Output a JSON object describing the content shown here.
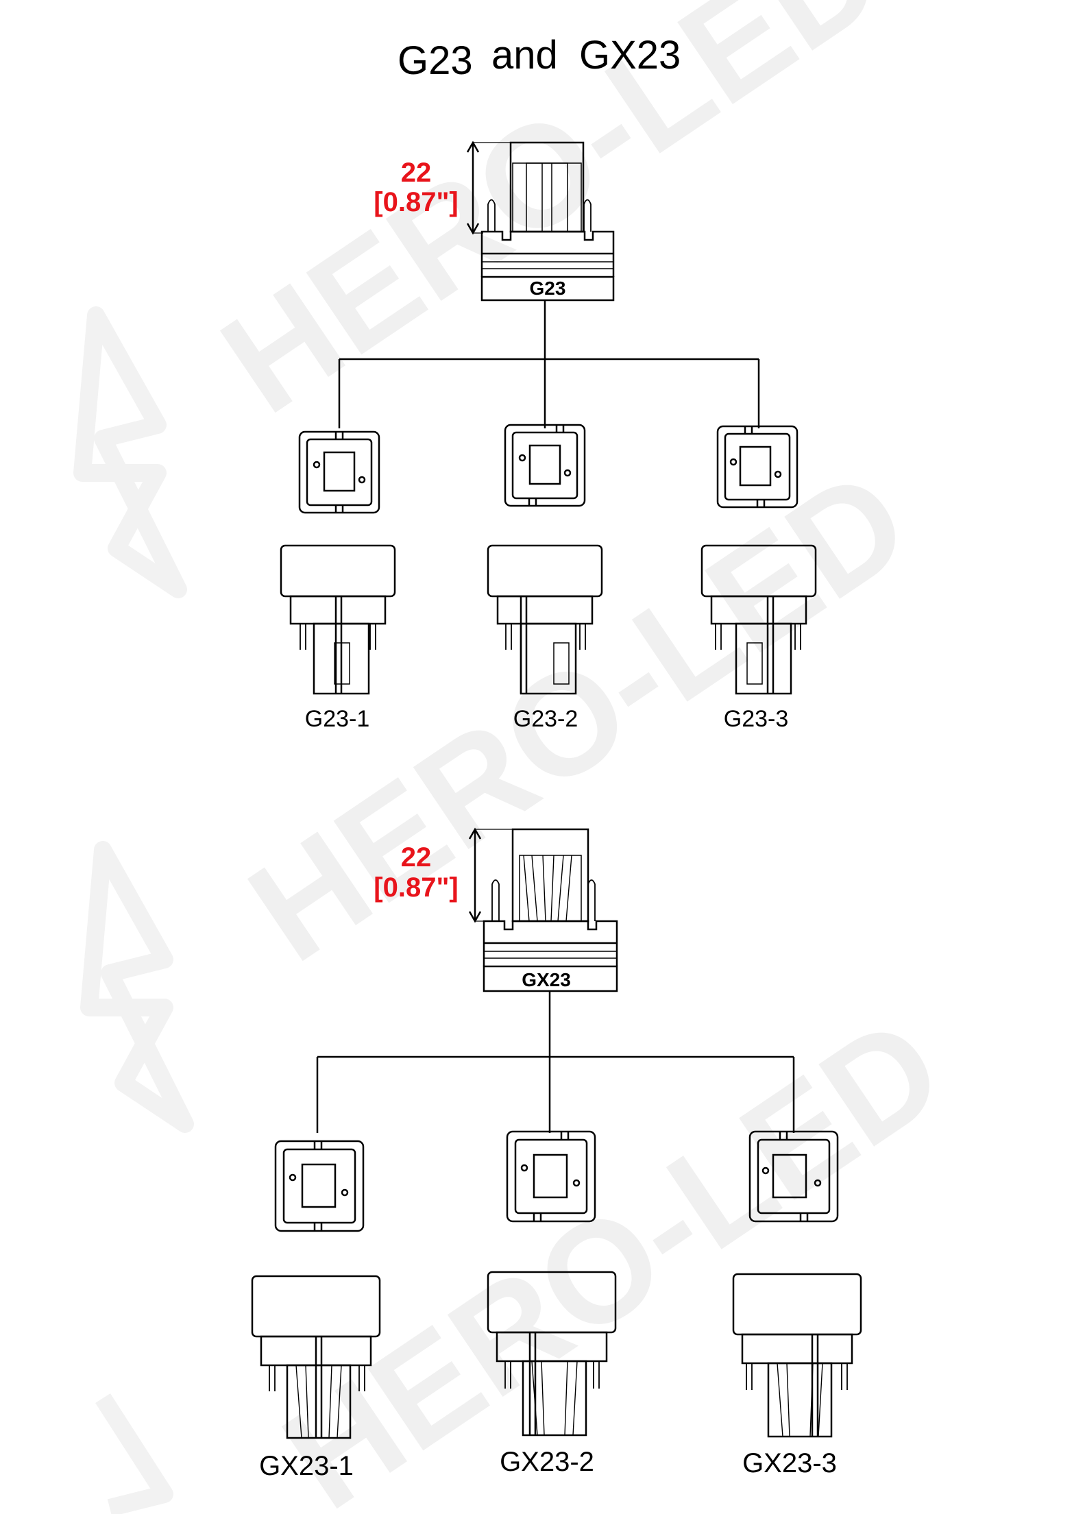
{
  "title": {
    "part1": "G23",
    "part2": "and",
    "part3": "GX23"
  },
  "watermark": {
    "text": "HERO-LED"
  },
  "sections": [
    {
      "base_name": "G23",
      "dimension": {
        "value": "22",
        "inches": "[0.87\"]"
      },
      "variants": [
        {
          "label": "G23-1"
        },
        {
          "label": "G23-2"
        },
        {
          "label": "G23-3"
        }
      ]
    },
    {
      "base_name": "GX23",
      "dimension": {
        "value": "22",
        "inches": "[0.87\"]"
      },
      "variants": [
        {
          "label": "GX23-1"
        },
        {
          "label": "GX23-2"
        },
        {
          "label": "GX23-3"
        }
      ]
    }
  ],
  "colors": {
    "line": "#000000",
    "dimension_text": "#e8141b",
    "background": "#ffffff"
  }
}
